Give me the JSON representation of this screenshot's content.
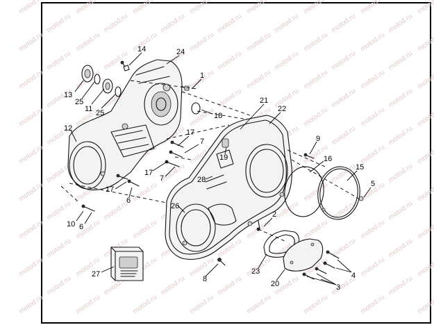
{
  "watermark_text": "motod.ru",
  "colors": {
    "line": "#111111",
    "watermark": "#e3c9c9",
    "background": "#ffffff"
  },
  "callouts": [
    "1",
    "2",
    "3",
    "4",
    "5",
    "6",
    "7",
    "8",
    "9",
    "10",
    "11",
    "12",
    "13",
    "14",
    "15",
    "16",
    "17",
    "18",
    "19",
    "20",
    "21",
    "22",
    "23",
    "24",
    "25",
    "26",
    "27",
    "28"
  ],
  "labels": {
    "c14": "14",
    "c24": "24",
    "c1": "1",
    "c13": "13",
    "c25a": "25",
    "c11": "11",
    "c25b": "25",
    "c12": "12",
    "c18": "18",
    "c21": "21",
    "c22": "22",
    "c17a": "17",
    "c7a": "7",
    "c9": "9",
    "c19": "19",
    "c16": "16",
    "c15": "15",
    "c17b": "17",
    "c7b": "7",
    "c28": "28",
    "c5": "5",
    "c17c": "17",
    "c6a": "6",
    "c26": "26",
    "c2": "2",
    "c10": "10",
    "c6b": "6",
    "c27": "27",
    "c23": "23",
    "c4": "4",
    "c8": "8",
    "c20": "20",
    "c3": "3"
  }
}
